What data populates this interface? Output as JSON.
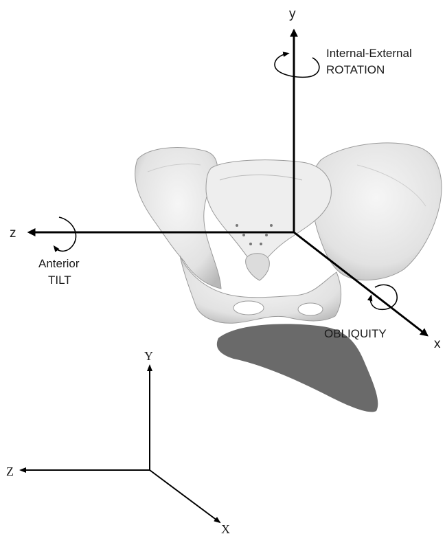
{
  "upper_axes": {
    "y": "y",
    "z": "z",
    "x": "x"
  },
  "rotations": {
    "internal_external_line1": "Internal-External",
    "internal_external_line2": "ROTATION",
    "anterior_tilt_line1": "Anterior",
    "anterior_tilt_line2": "TILT",
    "obliquity": "OBLIQUITY"
  },
  "lower_axes": {
    "Y": "Y",
    "Z": "Z",
    "X": "X"
  },
  "colors": {
    "bone": "#e9e9e9",
    "bone_shadow": "#bdbdbd",
    "ground_shadow": "#6a6a6a",
    "axis": "#000000"
  }
}
